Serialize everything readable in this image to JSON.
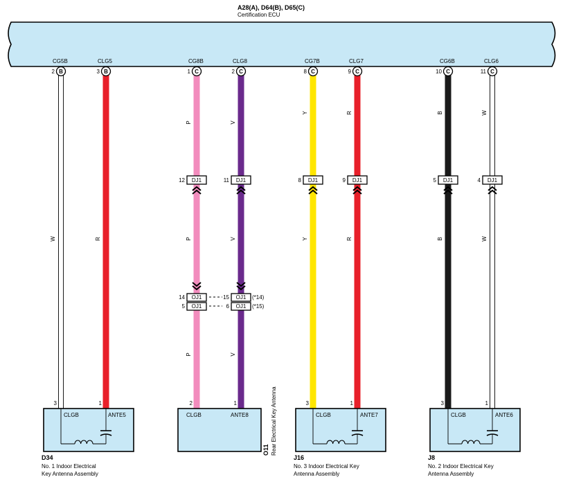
{
  "ecu": {
    "title": "A28(A), D64(B), D65(C)",
    "subtitle": "Certification ECU"
  },
  "colors": {
    "W": "#ffffff",
    "R": "#e8202a",
    "P": "#f28cbd",
    "V": "#6a2a8c",
    "Y": "#ffe600",
    "B": "#1a1a1a",
    "fill": "#c8e8f6"
  },
  "wires": [
    {
      "top_name": "CG5B",
      "pin": "2",
      "conn": "B",
      "color_code": "W",
      "labels": [
        "W"
      ],
      "bottom_pin": "3"
    },
    {
      "top_name": "CLG5",
      "pin": "3",
      "conn": "B",
      "color_code": "R",
      "labels": [
        "R"
      ],
      "bottom_pin": "1"
    },
    {
      "top_name": "CG8B",
      "pin": "1",
      "conn": "C",
      "color_code": "P",
      "labels": [
        "P",
        "P",
        "P"
      ],
      "bottom_pin": "2"
    },
    {
      "top_name": "CLG8",
      "pin": "2",
      "conn": "C",
      "color_code": "V",
      "labels": [
        "V",
        "V",
        "V"
      ],
      "bottom_pin": "1"
    },
    {
      "top_name": "CG7B",
      "pin": "8",
      "conn": "C",
      "color_code": "Y",
      "labels": [
        "Y",
        "Y"
      ],
      "bottom_pin": "3"
    },
    {
      "top_name": "CLG7",
      "pin": "9",
      "conn": "C",
      "color_code": "R",
      "labels": [
        "R",
        "R"
      ],
      "bottom_pin": "1"
    },
    {
      "top_name": "CG6B",
      "pin": "10",
      "conn": "C",
      "color_code": "B",
      "labels": [
        "B",
        "B"
      ],
      "bottom_pin": "3"
    },
    {
      "top_name": "CLG6",
      "pin": "11",
      "conn": "C",
      "color_code": "W",
      "labels": [
        "W",
        "W"
      ],
      "bottom_pin": "1"
    }
  ],
  "dj1": [
    {
      "pin": "12",
      "label": "DJ1"
    },
    {
      "pin": "11",
      "label": "DJ1"
    },
    {
      "pin": "8",
      "label": "DJ1"
    },
    {
      "pin": "9",
      "label": "DJ1"
    },
    {
      "pin": "5",
      "label": "DJ1"
    },
    {
      "pin": "4",
      "label": "DJ1"
    }
  ],
  "oj1": {
    "rows": [
      {
        "left_pin": "14",
        "left_label": "OJ1",
        "right_pin": "15",
        "right_label": "OJ1",
        "note": "(*14)"
      },
      {
        "left_pin": "5",
        "left_label": "OJ1",
        "right_pin": "6",
        "right_label": "OJ1",
        "note": "(*15)"
      }
    ]
  },
  "assemblies": [
    {
      "code": "D34",
      "name_lines": [
        "No. 1 Indoor Electrical",
        "Key Antenna Assembly"
      ],
      "left_term": "CLGB",
      "right_term": "ANTE5",
      "coil": true
    },
    {
      "code": "O11",
      "name_lines": [
        "Rear Electrical Key Antenna"
      ],
      "left_term": "CLGB",
      "right_term": "ANTE8",
      "coil": false
    },
    {
      "code": "J16",
      "name_lines": [
        "No. 3 Indoor Electrical Key",
        "Antenna Assembly"
      ],
      "left_term": "CLGB",
      "right_term": "ANTE7",
      "coil": true
    },
    {
      "code": "J8",
      "name_lines": [
        "No. 2 Indoor Electrical Key",
        "Antenna Assembly"
      ],
      "left_term": "CLGB",
      "right_term": "ANTE6",
      "coil": true
    }
  ]
}
